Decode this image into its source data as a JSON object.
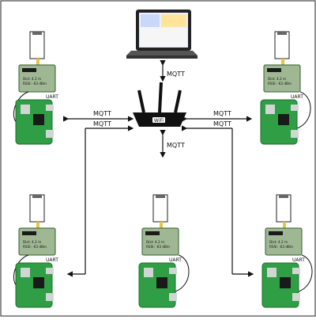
{
  "labels": {
    "mqtt": "MQTT",
    "uart": "UART",
    "wifi": "WiFi",
    "sensor_line1": "Dist: 4.2 m",
    "sensor_line2": "RSSI: -63 dBm"
  },
  "nodes": [
    {
      "id": "node-top-left"
    },
    {
      "id": "node-top-right"
    },
    {
      "id": "node-bottom-left"
    },
    {
      "id": "node-bottom-center"
    },
    {
      "id": "node-bottom-right"
    }
  ],
  "colors": {
    "pcb_green": "#2f9e44",
    "pcb_dark": "#1f6f30",
    "module_green": "#9fb893",
    "router_black": "#111111",
    "antenna_yellow": "#e6c542",
    "laptop_gray": "#777777"
  }
}
